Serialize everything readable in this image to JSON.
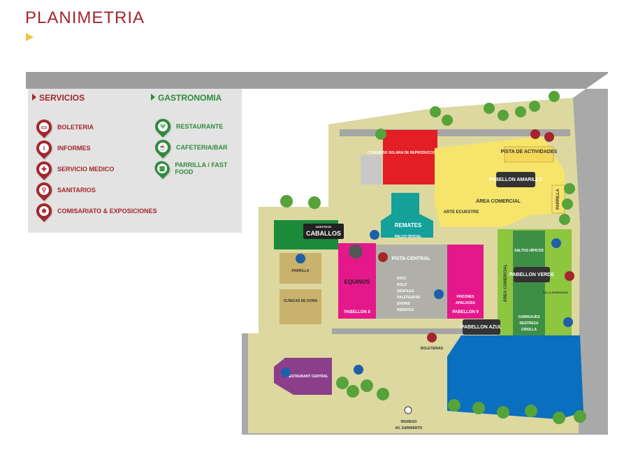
{
  "page": {
    "title": "PLANIMETRIA"
  },
  "legend": {
    "servicios": {
      "heading": "SERVICIOS",
      "items": [
        {
          "label": "BOLETERIA",
          "icon": "ticket-icon"
        },
        {
          "label": "INFORMES",
          "icon": "info-icon"
        },
        {
          "label": "SERVICIO MEDICO",
          "icon": "medical-cross-icon"
        },
        {
          "label": "SANITARIOS",
          "icon": "restroom-icon"
        },
        {
          "label": "COMISARIATO & EXPOSICIONES",
          "icon": "star-badge-icon"
        }
      ]
    },
    "gastronomia": {
      "heading": "GASTRONOMIA",
      "items": [
        {
          "label": "RESTAURANTE",
          "icon": "fork-knife-icon"
        },
        {
          "label": "CAFETERIA/BAR",
          "icon": "coffee-cup-icon"
        },
        {
          "label": "PARRILLA / FAST FOOD",
          "icon": "grill-icon"
        }
      ]
    }
  },
  "map": {
    "colors": {
      "ground": "#dcd8a0",
      "grey": "#a5a5a5",
      "red": "#e31e24",
      "yellow": "#f7e46a",
      "teal": "#13a19a",
      "magenta": "#e5188b",
      "green": "#8dc63f",
      "blue": "#0a6fbf",
      "darkgreen": "#1b8a3a",
      "purple": "#8b3f8b"
    },
    "labels": {
      "congreso": "CONGRESO SOLARA DE REPRODUCCION ANIMAL",
      "pista_actividades": "PISTA DE ACTIVIDADES",
      "pabellon_amarillo": "PABELLON AMARILLO",
      "area_comercial": "ÁREA COMERCIAL",
      "parrilla_right": "PARRILLA",
      "arte_ecuestre": "ARTE ECUESTRE",
      "remates": "REMATES",
      "palco_oficial": "PALCO OFICIAL",
      "nuestros_caballos": "CABALLOS",
      "nuestros_caballos_top": "NUESTROS",
      "parrilla_left": "PARRILLA",
      "clinicas": "CLÍNICAS DE DOMA",
      "equinos": "EQUINOS",
      "pabellon8": "PABELLON 8",
      "pista_central": "PISTA CENTRAL",
      "pista_list": [
        "PATO",
        "POLO",
        "DESFILES",
        "PALETEADAS",
        "SHOWS",
        "REMATES"
      ],
      "frizones": "FRIZONES",
      "apaloosa": "APALOOSA",
      "pabellon9": "PABELLON 9",
      "saltos": "SALTOS HÍPICOS",
      "pabellon_verde": "PABELLON VERDE",
      "area_comercial_vert": "ÁREA COMERCIAL",
      "silla": "SILLA ARGENTINA",
      "carruajes": "CARRUAJES",
      "destreza": "DESTREZA",
      "criolla": "CRIOLLA",
      "pabellon_azul": "PABELLON AZUL",
      "boleterias": "BOLETERIAS",
      "restaurant": "RESTAURANT CENTRAL",
      "ingreso": "INGRESO",
      "av": "AV. SARMIENTO"
    }
  }
}
